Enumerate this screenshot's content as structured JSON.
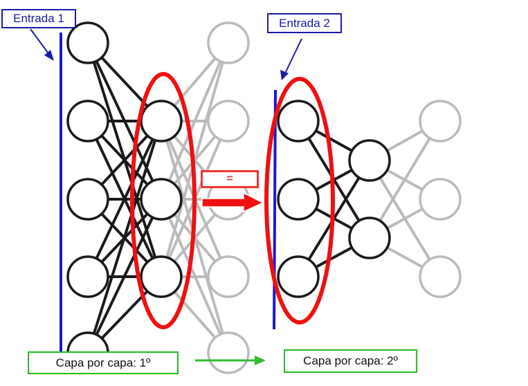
{
  "labels": {
    "input1": "Entrada 1",
    "input2": "Entrada 2",
    "equal": "=",
    "layer1": "Capa por capa: 1º",
    "layer2": "Capa por capa: 2º"
  },
  "colors": {
    "active": "#1a1a1a",
    "faded": "#bbbbbb",
    "highlight": "#ee1111",
    "input_line": "#1a1acc",
    "label_blue": "#1a1aa6",
    "label_green": "#22bb22",
    "arrow_green": "#33bb33"
  }
}
